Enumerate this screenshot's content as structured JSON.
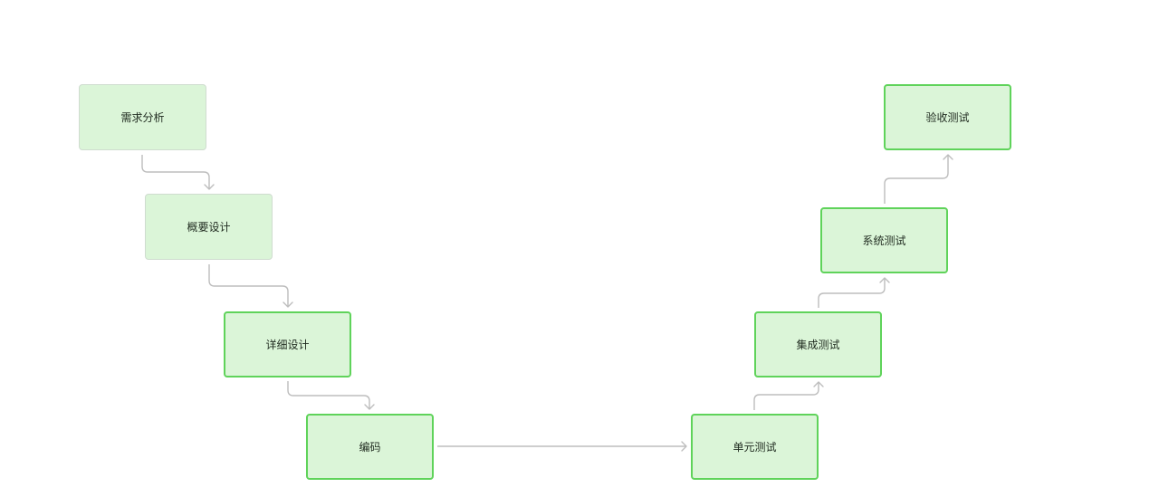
{
  "diagram": {
    "nodes": [
      {
        "id": "n1",
        "label": "需求分析",
        "state": "muted"
      },
      {
        "id": "n2",
        "label": "概要设计",
        "state": "muted"
      },
      {
        "id": "n3",
        "label": "详细设计",
        "state": "active"
      },
      {
        "id": "n4",
        "label": "编码",
        "state": "active"
      },
      {
        "id": "n5",
        "label": "单元测试",
        "state": "active"
      },
      {
        "id": "n6",
        "label": "集成测试",
        "state": "active"
      },
      {
        "id": "n7",
        "label": "系统测试",
        "state": "active"
      },
      {
        "id": "n8",
        "label": "验收测试",
        "state": "active"
      }
    ],
    "edges": [
      {
        "from": "需求分析",
        "to": "概要设计"
      },
      {
        "from": "概要设计",
        "to": "详细设计"
      },
      {
        "from": "详细设计",
        "to": "编码"
      },
      {
        "from": "编码",
        "to": "单元测试"
      },
      {
        "from": "单元测试",
        "to": "集成测试"
      },
      {
        "from": "集成测试",
        "to": "系统测试"
      },
      {
        "from": "系统测试",
        "to": "验收测试"
      }
    ],
    "colors": {
      "node_fill": "#dbf5d8",
      "active_border": "#5fd35a",
      "muted_border": "#cfdccf",
      "connector": "#bdbdbd"
    }
  }
}
